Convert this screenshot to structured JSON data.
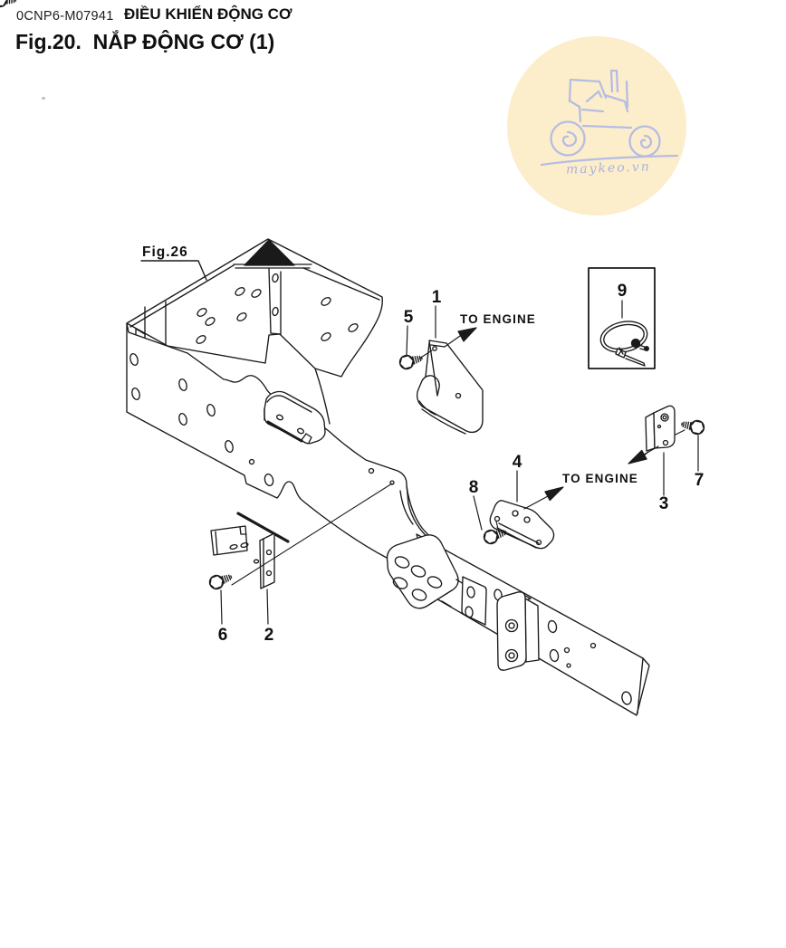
{
  "header": {
    "doc_code": "0CNP6-M07941",
    "section_title": "ĐIỀU KHIỂN ĐỘNG CƠ",
    "figure_title": "Fig.20.  NẮP ĐỘNG CƠ (1)"
  },
  "watermark": {
    "site_text": "maykeo.vn",
    "circle_color": "#fceecb",
    "art_color": "#b6bce4",
    "text_color": "#a9b2df"
  },
  "diagram": {
    "stroke_color": "#1a1a1a",
    "figure_ref": "Fig.26",
    "to_engine_1": "TO ENGINE",
    "to_engine_2": "TO ENGINE",
    "parts": [
      "1",
      "2",
      "3",
      "4",
      "5",
      "6",
      "7",
      "8",
      "9"
    ]
  }
}
